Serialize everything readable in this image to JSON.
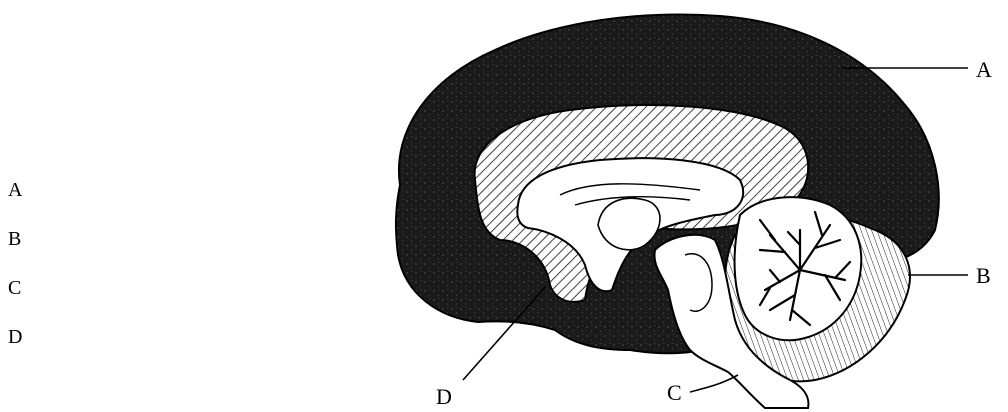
{
  "options": [
    "A",
    "B",
    "C",
    "D"
  ],
  "diagram": {
    "labels": {
      "a": "A",
      "b": "B",
      "c": "C",
      "d": "D"
    }
  },
  "colors": {
    "ink": "#111111",
    "paper": "#ffffff"
  }
}
